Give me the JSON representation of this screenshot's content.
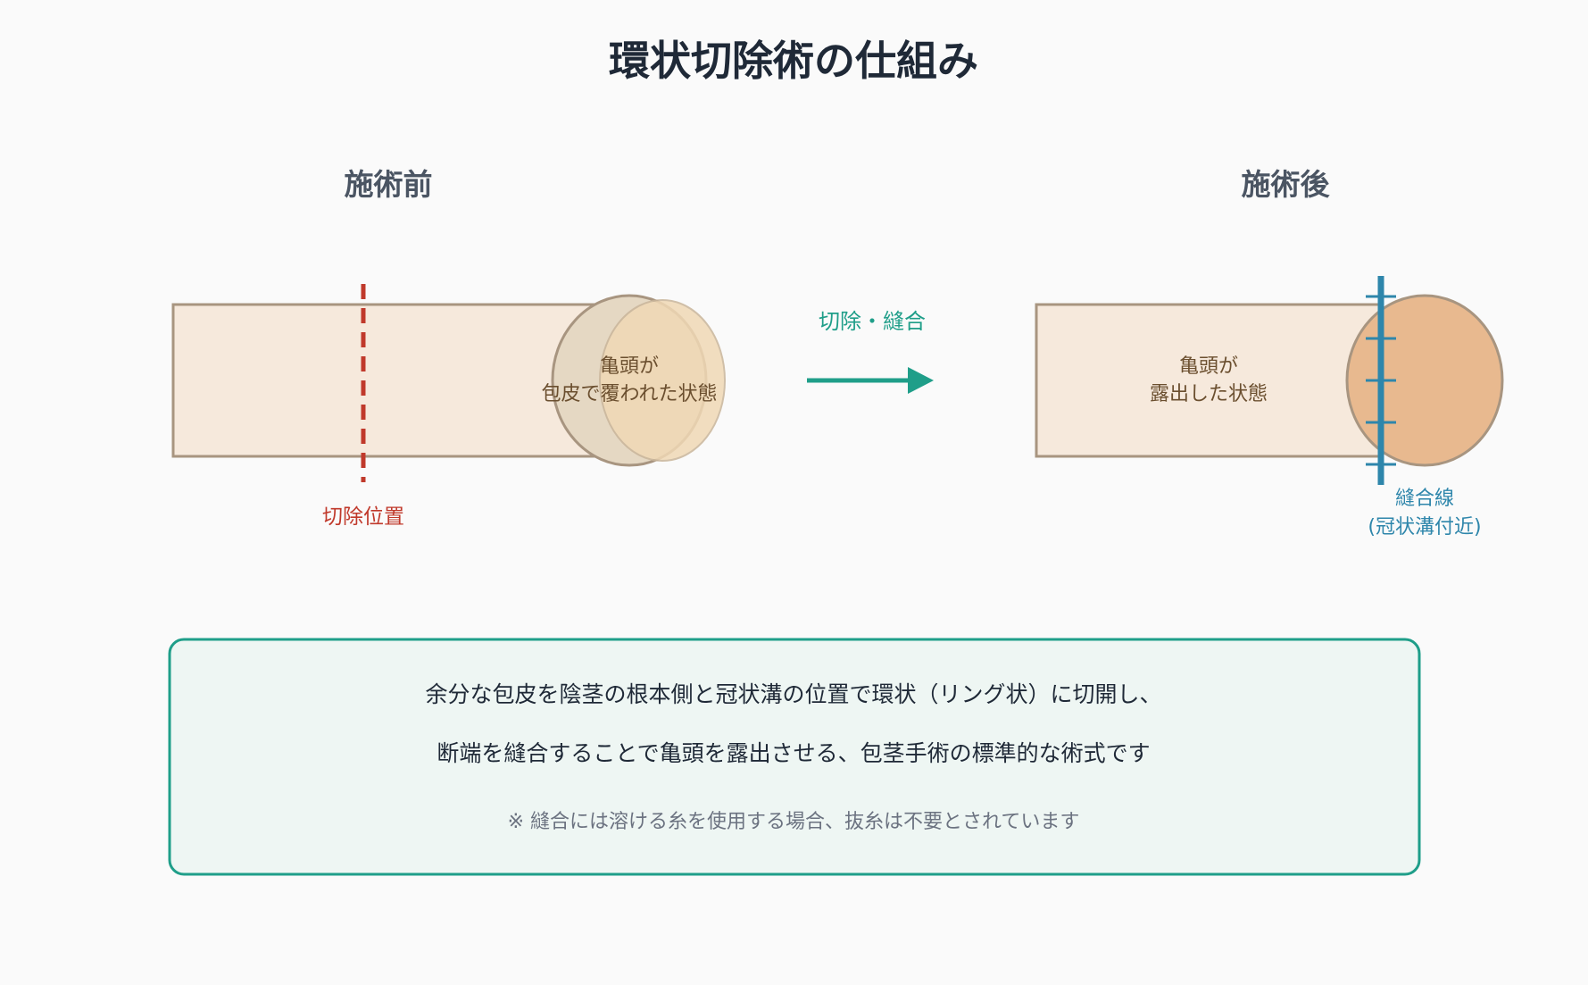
{
  "title": "環状切除術の仕組み",
  "before": {
    "heading": "施術前",
    "glans_label": [
      "亀頭が",
      "包皮で覆われた状態"
    ],
    "cut_label": "切除位置"
  },
  "arrow_label": "切除・縫合",
  "after": {
    "heading": "施術後",
    "glans_label": [
      "亀頭が",
      "露出した状態"
    ],
    "suture_label": [
      "縫合線",
      "(冠状溝付近)"
    ]
  },
  "description": {
    "line1": "余分な包皮を陰茎の根本側と冠状溝の位置で環状（リング状）に切開し、",
    "line2": "断端を縫合することで亀頭を露出させる、包茎手術の標準的な術式です",
    "note": "※ 縫合には溶ける糸を使用する場合、抜糸は不要とされています"
  },
  "colors": {
    "skin": "#f6e9dc",
    "outline": "#a89580",
    "cut": "#c0392b",
    "accent": "#1f9e89",
    "suture": "#2e86ab",
    "glans_exposed": "#e8b98f",
    "box_fill": "#eef6f3"
  }
}
